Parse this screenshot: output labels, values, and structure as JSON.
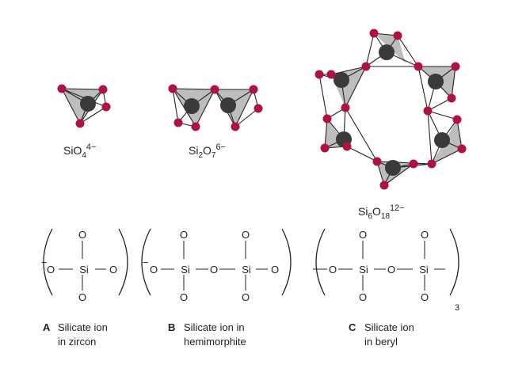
{
  "colors": {
    "oxygen": "#B0123F",
    "silicon": "#3A3A3A",
    "tetra_face": "#BDBDBD",
    "bond": "#222222"
  },
  "formulas": {
    "a": {
      "base1": "SiO",
      "sub1": "4",
      "sup": "4−"
    },
    "b": {
      "base1": "Si",
      "sub1": "2",
      "base2": "O",
      "sub2": "7",
      "sup": "6−"
    },
    "c": {
      "base1": "Si",
      "sub1": "6",
      "base2": "O",
      "sub2": "18",
      "sup": "12−"
    }
  },
  "atoms": {
    "si": "Si",
    "o": "O",
    "minus": "−",
    "repeat_count": "3"
  },
  "captions": {
    "a": {
      "letter": "A",
      "line1": "Silicate ion",
      "line2": "in zircon"
    },
    "b": {
      "letter": "B",
      "line1": "Silicate ion in",
      "line2": "hemimorphite"
    },
    "c": {
      "letter": "C",
      "line1": "Silicate ion",
      "line2": "in beryl"
    }
  }
}
